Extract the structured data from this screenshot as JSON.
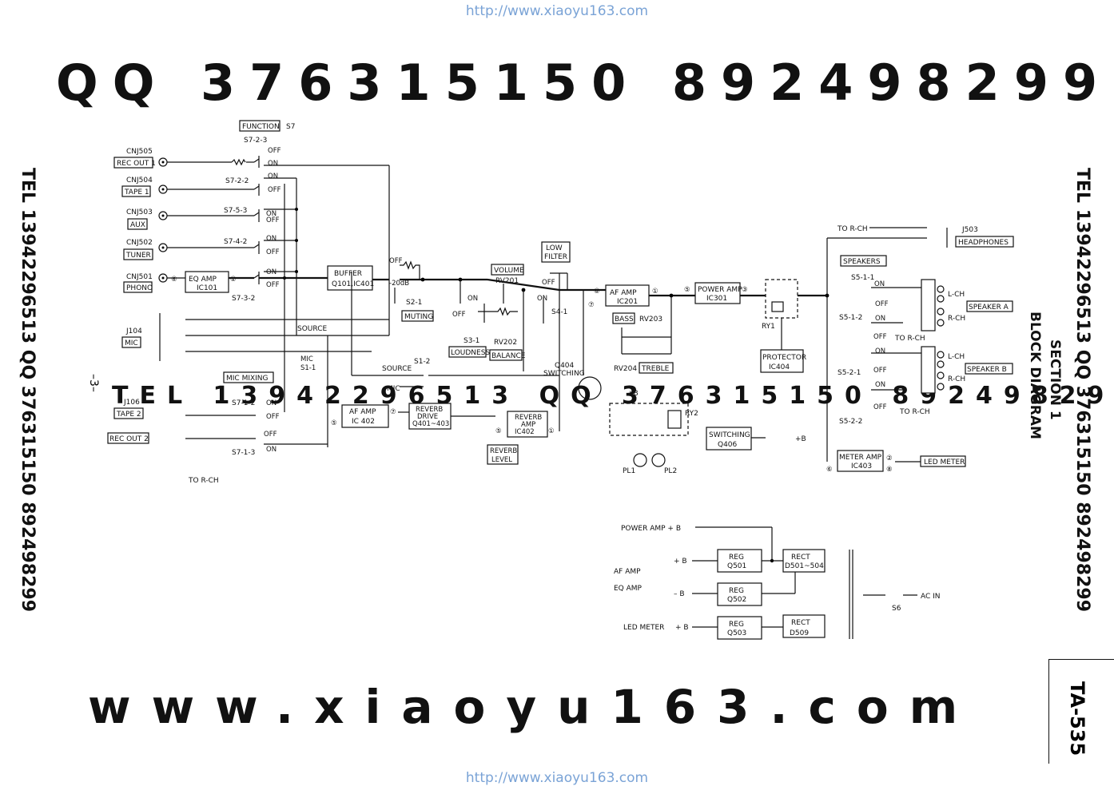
{
  "header_url": "http://www.xiaoyu163.com",
  "footer_url": "http://www.xiaoyu163.com",
  "section_title": "SECTION 1",
  "section_subtitle": "BLOCK DIAGRAM",
  "model": "TA-535",
  "page_number": "–3–",
  "watermarks": {
    "qq_top": "QQ 376315150  892498299",
    "tel_left": "TEL 13942296513 QQ 376315150 892498299",
    "tel_right": "TEL 13942296513 QQ 376315150 892498299",
    "mid": "TEL 13942296513  QQ 376315150  892498299",
    "www": "www.xiaoyu163.com"
  },
  "labels": {
    "function": "FUNCTION",
    "s7": "S7",
    "cnj505": "CNJ505",
    "rec_out1": "REC OUT 1",
    "cnj504": "CNJ504",
    "tape1": "TAPE 1",
    "cnj503": "CNJ503",
    "aux": "AUX",
    "cnj502": "CNJ502",
    "tuner": "TUNER",
    "cnj501": "CNJ501",
    "phono": "PHONO",
    "s7_2_3": "S7-2-3",
    "s7_2_2": "S7-2-2",
    "s7_5_3": "S7-5-3",
    "s7_4_2": "S7-4-2",
    "s7_3_2": "S7-3-2",
    "on": "ON",
    "off": "OFF",
    "eq_amp": "EQ AMP",
    "ic101": "IC101",
    "buffer": "BUFFER",
    "q101": "Q101,IC401",
    "minus20db": "-20dB",
    "s2_1": "S2-1",
    "muting": "MUTING",
    "volume": "VOLUME",
    "rv201": "RV201",
    "s3_1": "S3-1",
    "loudness": "LOUDNESS",
    "rv202": "RV202",
    "balance": "BALANCE",
    "low_filter1": "LOW",
    "low_filter2": "FILTER",
    "s4_1": "S4-1",
    "af_amp": "AF AMP",
    "ic201": "IC201",
    "bass": "BASS",
    "rv203": "RV203",
    "rv204": "RV204",
    "treble": "TREBLE",
    "power_amp": "POWER AMP",
    "ic301": "IC301",
    "ry1": "RY1",
    "protector": "PROTECTOR",
    "ic404": "IC404",
    "to_rch": "TO R-CH",
    "j503": "J503",
    "headphones": "HEADPHONES",
    "speakers": "SPEAKERS",
    "s5_1_1": "S5-1-1",
    "s5_1_2": "S5-1-2",
    "s5_2_1": "S5-2-1",
    "s5_2_2": "S5-2-2",
    "lch": "L-CH",
    "rch": "R-CH",
    "speaker_a": "SPEAKER A",
    "speaker_b": "SPEAKER B",
    "meter_amp": "METER AMP",
    "ic403": "IC403",
    "led_meter": "LED METER",
    "j104": "J104",
    "mic": "MIC",
    "source": "SOURCE",
    "mic_s1_1a": "MIC",
    "mic_s1_1b": "S1-1",
    "mic_mixing": "MIC MIXING",
    "s1_2": "S1-2",
    "af_amp2": "AF AMP",
    "ic402": "IC 402",
    "reverb_drive1": "REVERB",
    "reverb_drive2": "DRIVE",
    "q401": "Q401~403",
    "reverb_amp1": "REVERB",
    "reverb_amp2": "AMP",
    "ic402b": "IC402",
    "reverb_level1": "REVERB",
    "reverb_level2": "LEVEL",
    "q404": "Q404",
    "switching": "SWITCHING",
    "plus_b": "+B",
    "ry2": "RY2",
    "pl1": "PL1",
    "pl2": "PL2",
    "switching2": "SWITCHING",
    "q406": "Q406",
    "j106": "J106",
    "tape2": "TAPE 2",
    "rec_out2": "REC OUT 2",
    "s7_1_2": "S7-1-2",
    "s7_1_3": "S7-1-3",
    "power_amp_b": "POWER AMP  + B",
    "af_amp_l": "AF AMP",
    "eq_amp_l": "EQ AMP",
    "led_meter_l": "LED METER",
    "pb": "+ B",
    "mb": "– B",
    "reg": "REG",
    "q501": "Q501",
    "q502": "Q502",
    "q503": "Q503",
    "rect": "RECT",
    "d501": "D501~504",
    "d509": "D509",
    "ac_in": "AC IN",
    "s6": "S6",
    "n1": "①",
    "n2": "②",
    "n3": "③",
    "n5": "⑤",
    "n6": "⑥",
    "n7": "⑦",
    "n8": "⑧"
  }
}
